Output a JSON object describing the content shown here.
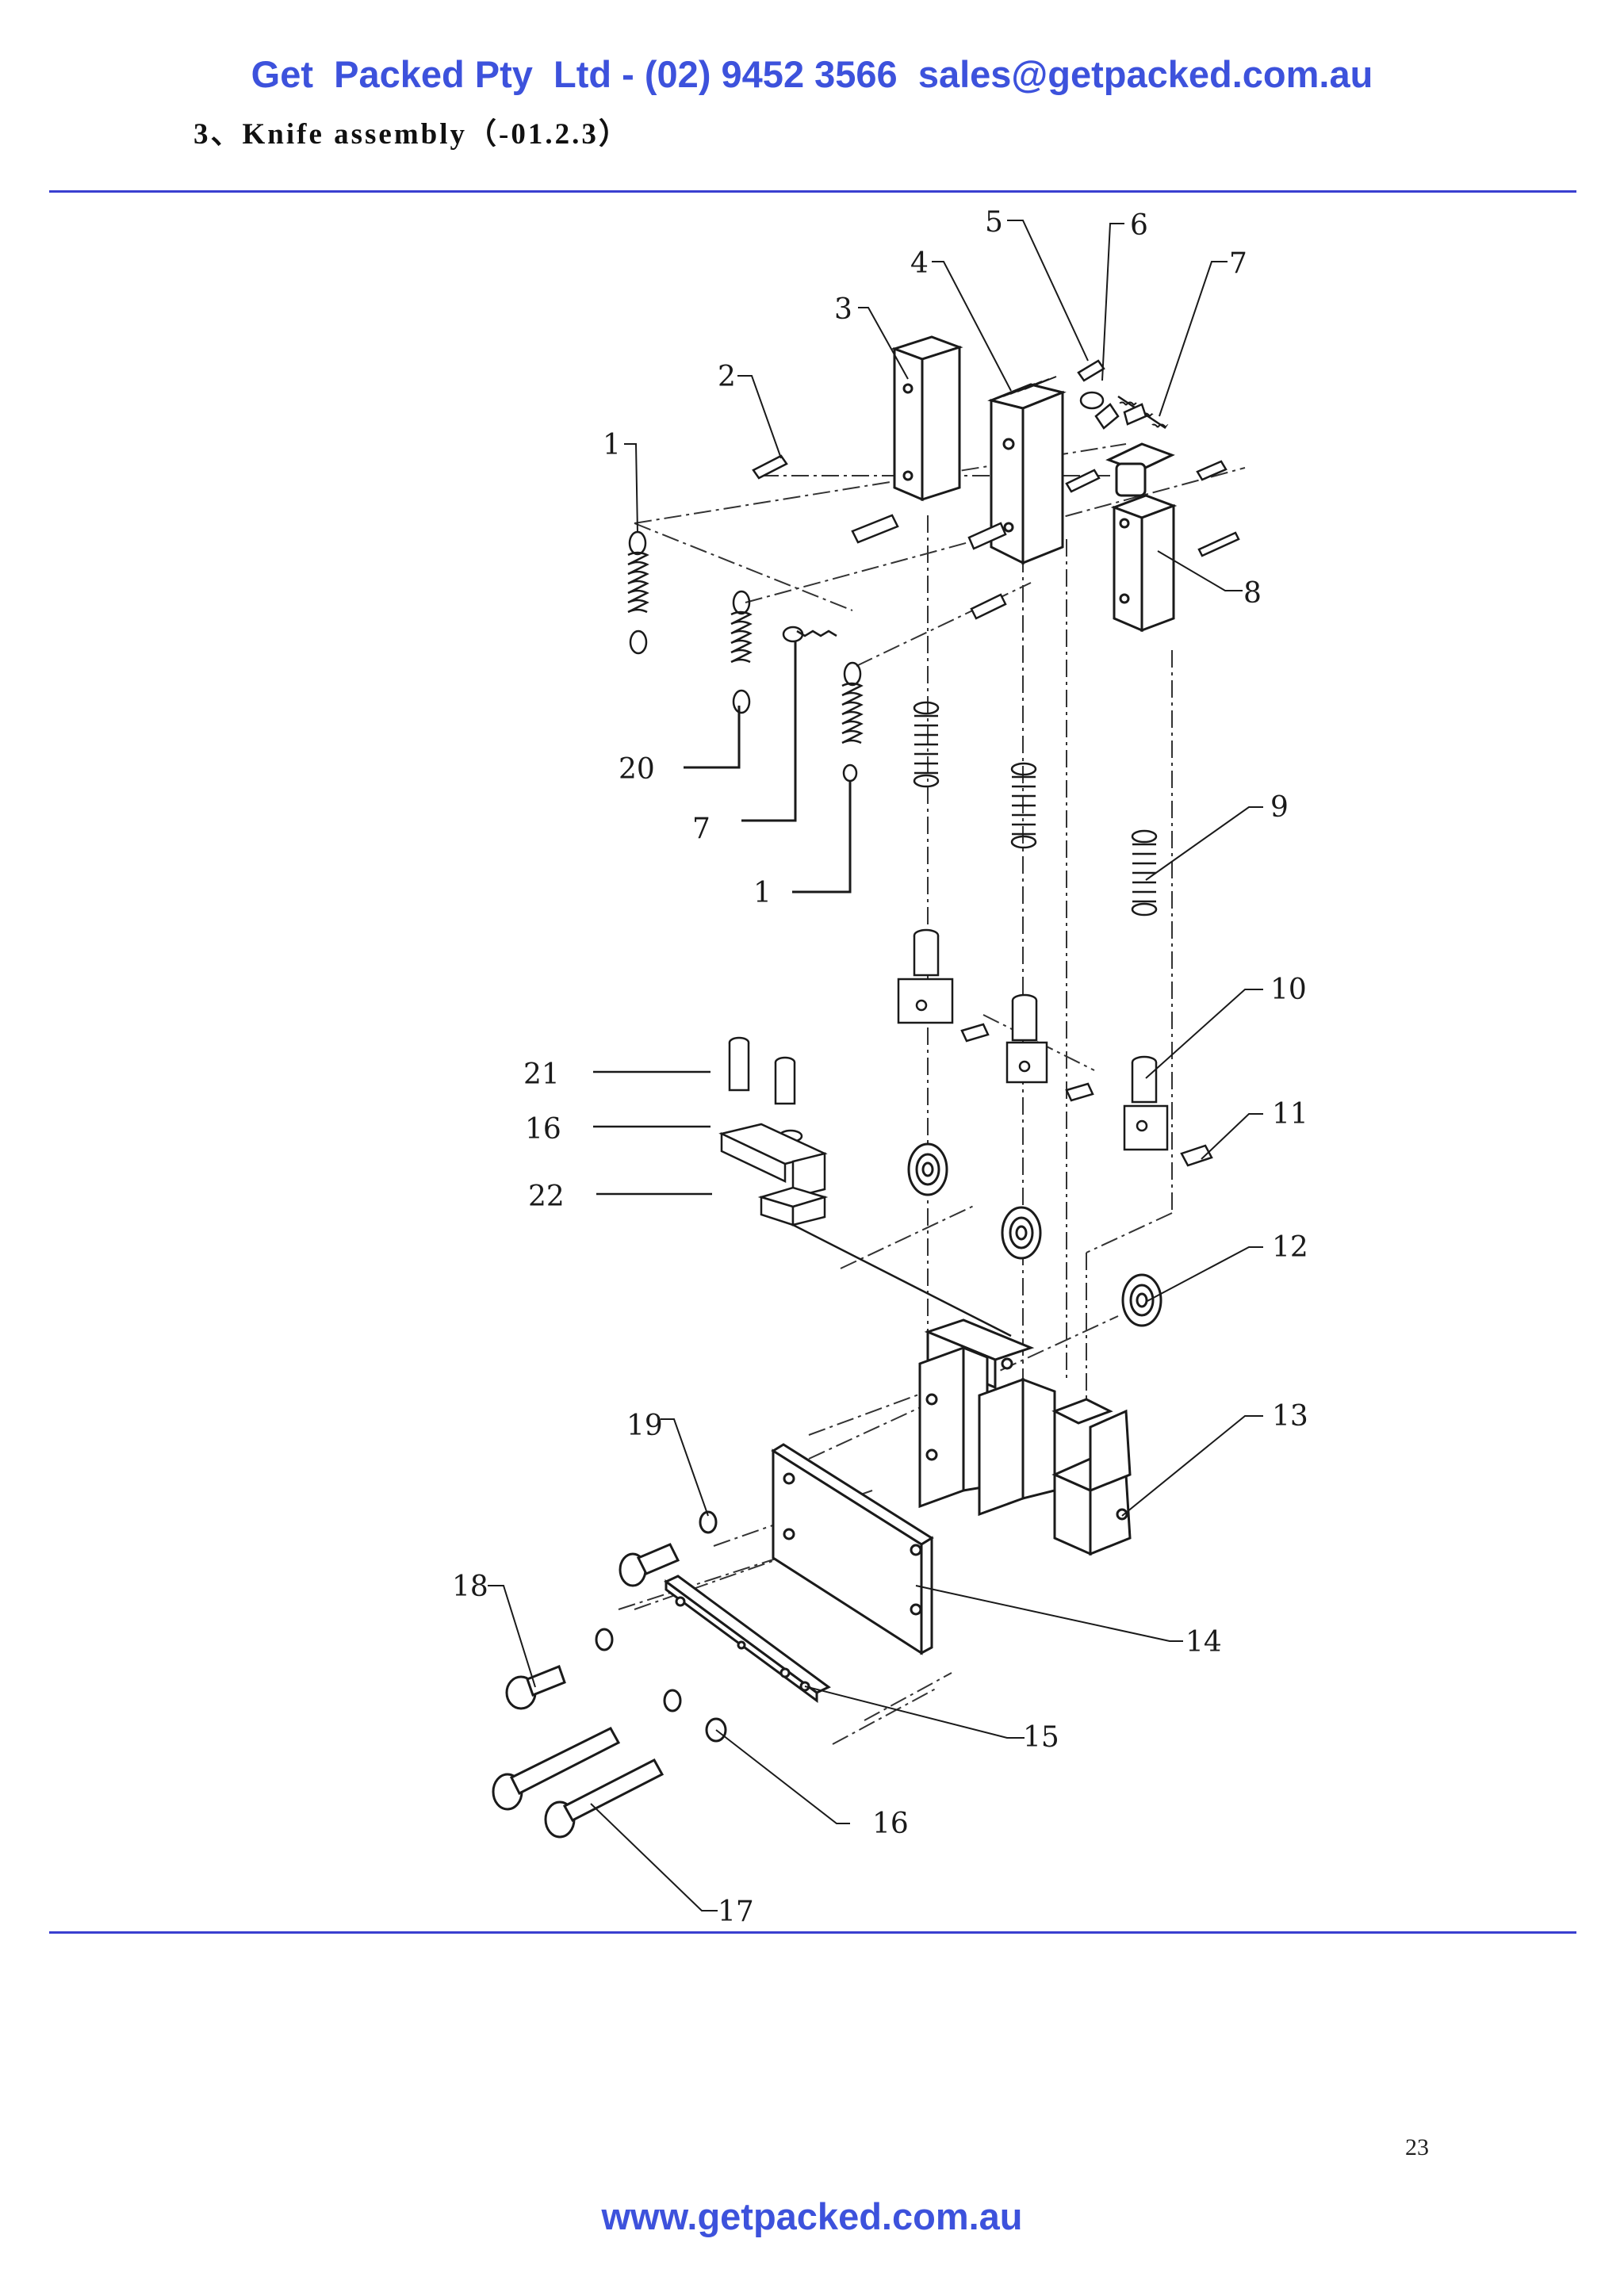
{
  "header": {
    "contact_line": "Get  Packed Pty  Ltd - (02) 9452 3566  sales@getpacked.com.au"
  },
  "section": {
    "title": "3、Knife assembly（-01.2.3）"
  },
  "diagram": {
    "callouts": [
      "5",
      "6",
      "4",
      "7",
      "3",
      "2",
      "1",
      "8",
      "20",
      "7",
      "1",
      "9",
      "10",
      "21",
      "16",
      "22",
      "11",
      "12",
      "13",
      "19",
      "18",
      "14",
      "15",
      "16",
      "17"
    ]
  },
  "page": {
    "number": "23"
  },
  "footer": {
    "url": "www.getpacked.com.au"
  },
  "colors": {
    "brand_blue": "#3d52dc",
    "rule_blue": "#3a3fd0",
    "line_art": "#1a1a1a"
  }
}
